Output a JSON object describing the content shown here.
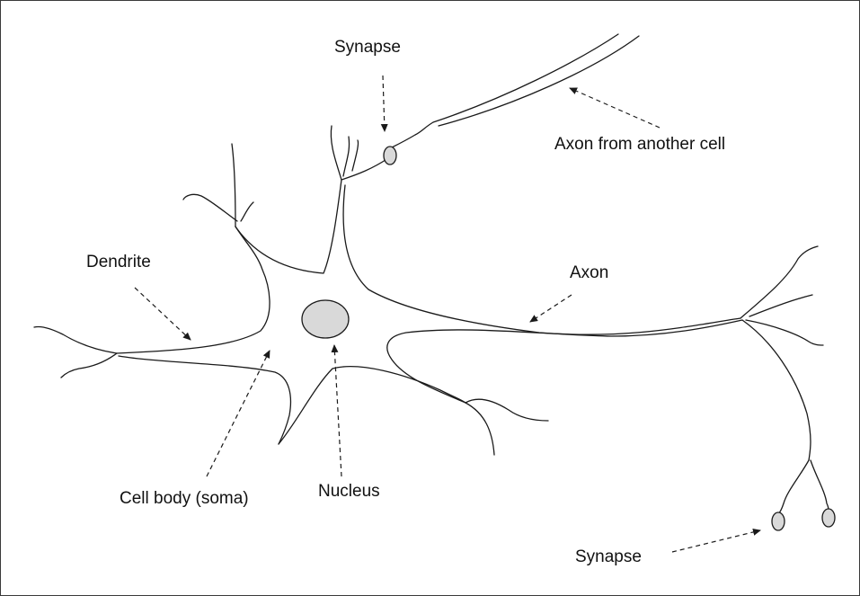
{
  "labels": {
    "synapse_top": "Synapse",
    "axon_from_another_cell": "Axon from another cell",
    "dendrite": "Dendrite",
    "axon": "Axon",
    "cell_body": "Cell body (soma)",
    "nucleus": "Nucleus",
    "synapse_bottom": "Synapse"
  },
  "colors": {
    "line": "#1a1a1a",
    "nucleus_fill": "#d9d9d9",
    "terminal_fill": "#d9d9d9",
    "arrow": "#1a1a1a"
  }
}
